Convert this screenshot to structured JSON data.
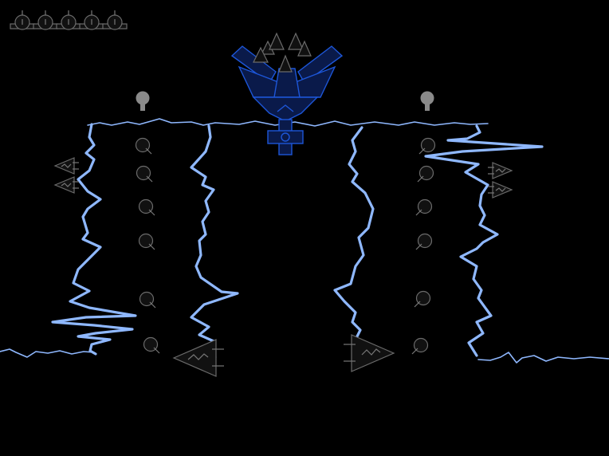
{
  "game": {
    "lives_remaining": 5,
    "colors": {
      "background": "#000000",
      "lightning": "#8fb8ff",
      "ship_fill": "#0a1a4a",
      "ship_stroke": "#1d56d8",
      "enemy_stroke": "#6b6b6b",
      "orb": "#8a8a8a"
    },
    "icons": {
      "life": "bomb-life-icon",
      "player": "blue-winged-ship",
      "turret": "grey-orb-turret",
      "enemy": "grey-arrowhead-fighter"
    }
  }
}
